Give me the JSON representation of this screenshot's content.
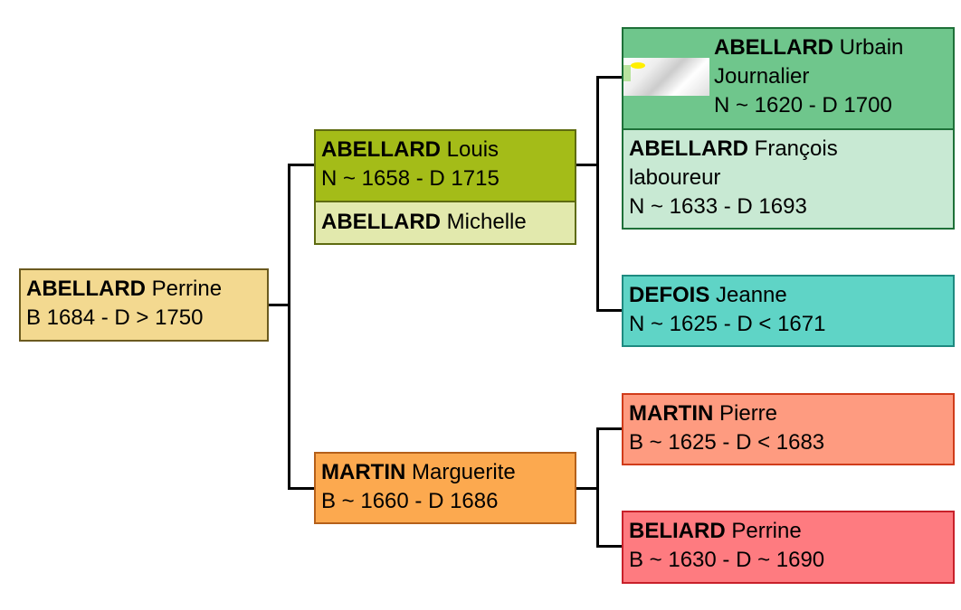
{
  "persons": {
    "root": {
      "surname": "ABELLARD",
      "given": "Perrine",
      "dates": "B 1684 - D > 1750"
    },
    "father": {
      "surname": "ABELLARD",
      "given": "Louis",
      "dates": "N ~ 1658 - D 1715"
    },
    "father_alt": {
      "surname": "ABELLARD",
      "given": "Michelle"
    },
    "mother": {
      "surname": "MARTIN",
      "given": "Marguerite",
      "dates": "B ~ 1660 - D 1686"
    },
    "pgf": {
      "surname": "ABELLARD",
      "given": "Urbain",
      "occupation": "Journalier",
      "dates": "N ~ 1620 - D 1700"
    },
    "pgf_alt": {
      "surname": "ABELLARD",
      "given": "François",
      "occupation": "laboureur",
      "dates": "N ~ 1633 - D 1693"
    },
    "pgm": {
      "surname": "DEFOIS",
      "given": "Jeanne",
      "dates": "N ~ 1625 - D < 1671"
    },
    "mgf": {
      "surname": "MARTIN",
      "given": "Pierre",
      "dates": "B ~ 1625 - D < 1683"
    },
    "mgm": {
      "surname": "BELIARD",
      "given": "Perrine",
      "dates": "B ~ 1630 - D ~ 1690"
    }
  },
  "colors": {
    "root": "#f3d990",
    "father": "#a4bc18",
    "father_alt": "#e2e9ad",
    "mother": "#fca94f",
    "pgf": "#6fc68c",
    "pgf_alt": "#c8e9d3",
    "pgm": "#5fd4c6",
    "mgf": "#fe9b80",
    "mgm": "#fe7b80"
  }
}
